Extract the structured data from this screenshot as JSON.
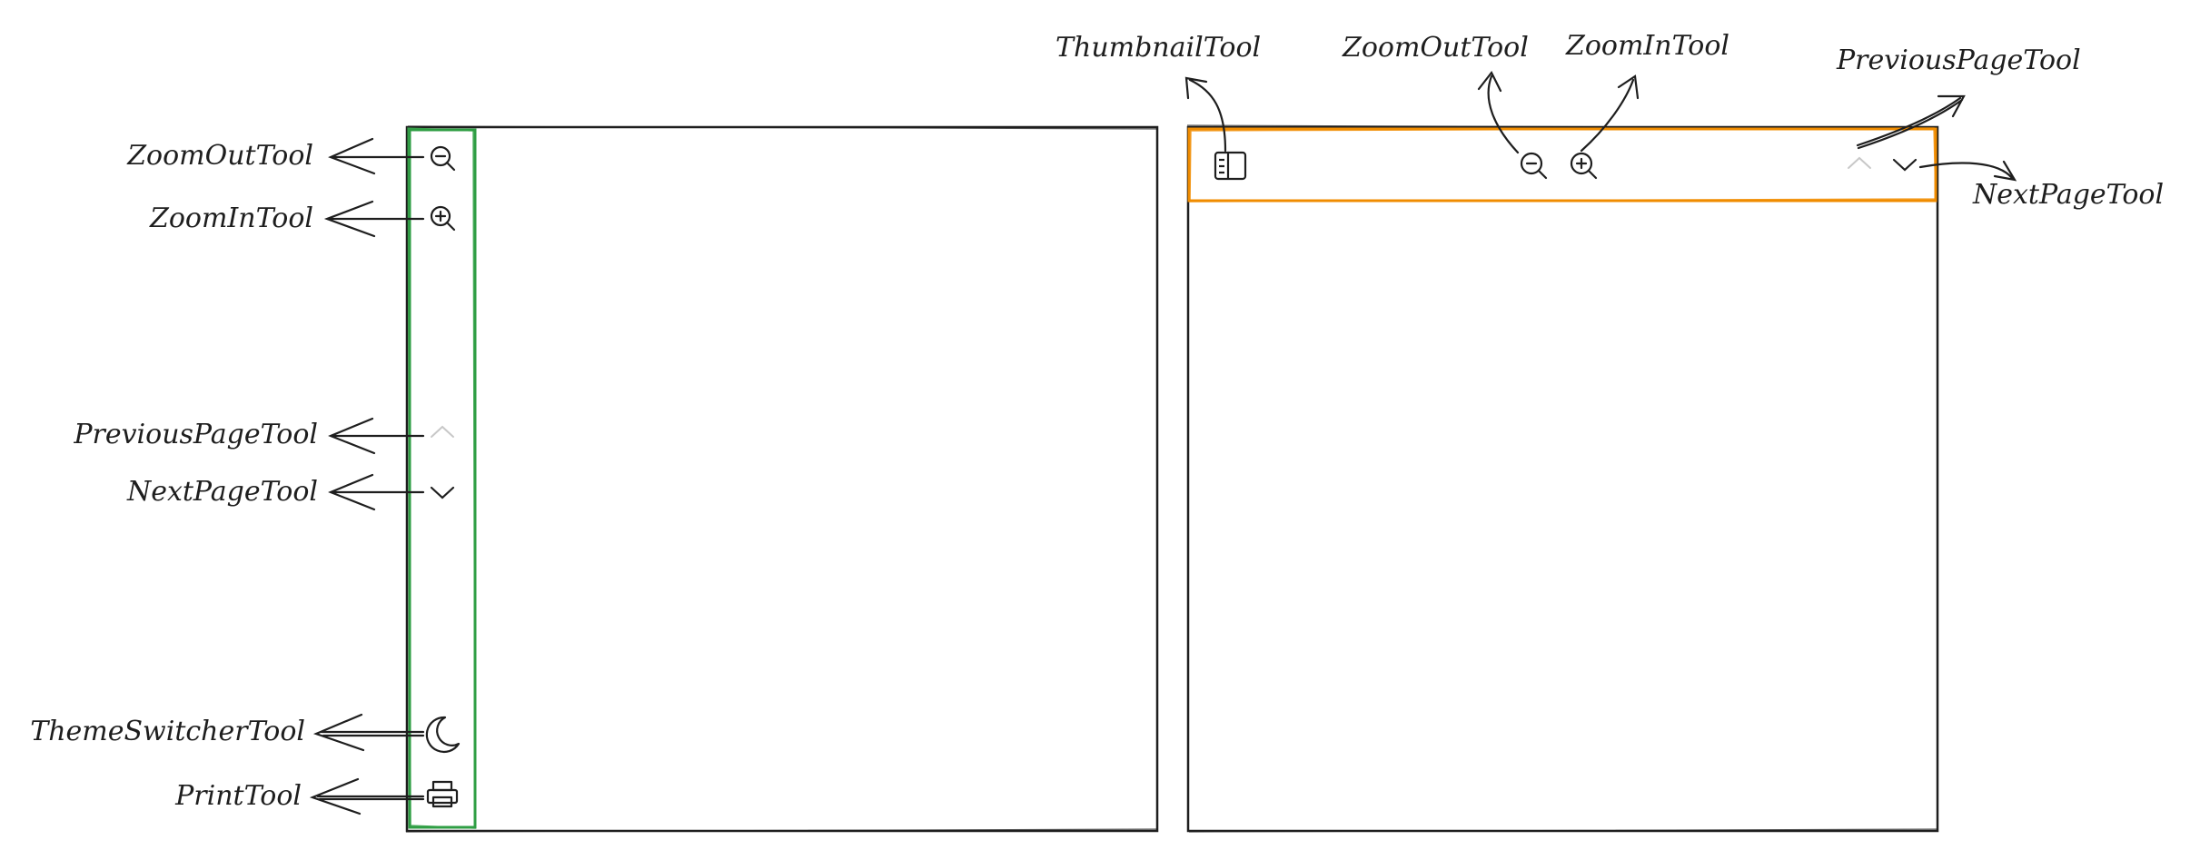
{
  "colors": {
    "ink": "#1e1e1e",
    "vertical_toolbar_border": "#2f9e44",
    "horizontal_toolbar_border": "#f08c00",
    "disabled_icon": "#c8c8c8"
  },
  "left_viewer": {
    "toolbar_orientation": "vertical",
    "tools": [
      {
        "label": "ZoomOutTool",
        "icon": "zoom-out-icon",
        "disabled": false
      },
      {
        "label": "ZoomInTool",
        "icon": "zoom-in-icon",
        "disabled": false
      },
      {
        "label": "PreviousPageTool",
        "icon": "chevron-up-icon",
        "disabled": true
      },
      {
        "label": "NextPageTool",
        "icon": "chevron-down-icon",
        "disabled": false
      },
      {
        "label": "ThemeSwitcherTool",
        "icon": "moon-icon",
        "disabled": false
      },
      {
        "label": "PrintTool",
        "icon": "printer-icon",
        "disabled": false
      }
    ]
  },
  "right_viewer": {
    "toolbar_orientation": "horizontal",
    "tools": [
      {
        "label": "ThumbnailTool",
        "icon": "sidebar-icon",
        "disabled": false
      },
      {
        "label": "ZoomOutTool",
        "icon": "zoom-out-icon",
        "disabled": false
      },
      {
        "label": "ZoomInTool",
        "icon": "zoom-in-icon",
        "disabled": false
      },
      {
        "label": "PreviousPageTool",
        "icon": "chevron-up-icon",
        "disabled": true
      },
      {
        "label": "NextPageTool",
        "icon": "chevron-down-icon",
        "disabled": false
      }
    ]
  }
}
